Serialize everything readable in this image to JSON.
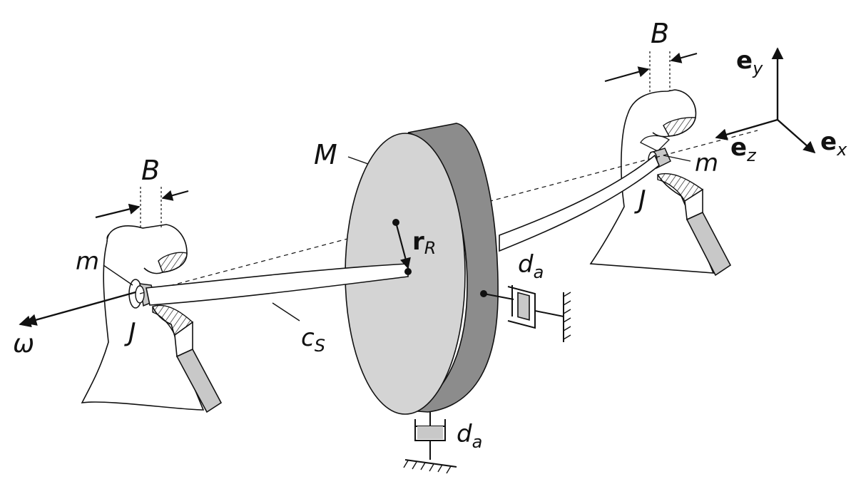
{
  "labels": {
    "mass_rotor": "M",
    "radius_vector_main": "r",
    "radius_vector_sub": "R",
    "shaft_stiffness_main": "c",
    "shaft_stiffness_sub": "S",
    "damping_right_main": "d",
    "damping_right_sub": "a",
    "damping_bottom_main": "d",
    "damping_bottom_sub": "a",
    "width_left": "B",
    "width_right": "B",
    "bearing_mass_left": "m",
    "bearing_mass_right": "m",
    "inertia_left": "J",
    "inertia_right": "J",
    "angular_velocity": "ω",
    "axis_y_main": "e",
    "axis_y_sub": "y",
    "axis_x_main": "e",
    "axis_x_sub": "x",
    "axis_z_main": "e",
    "axis_z_sub": "z"
  },
  "colors": {
    "stroke": "#111111",
    "disk_face": "#d4d4d4",
    "disk_rim": "#8c8c8c",
    "part_gray": "#c8c8c8",
    "background": "#ffffff"
  }
}
